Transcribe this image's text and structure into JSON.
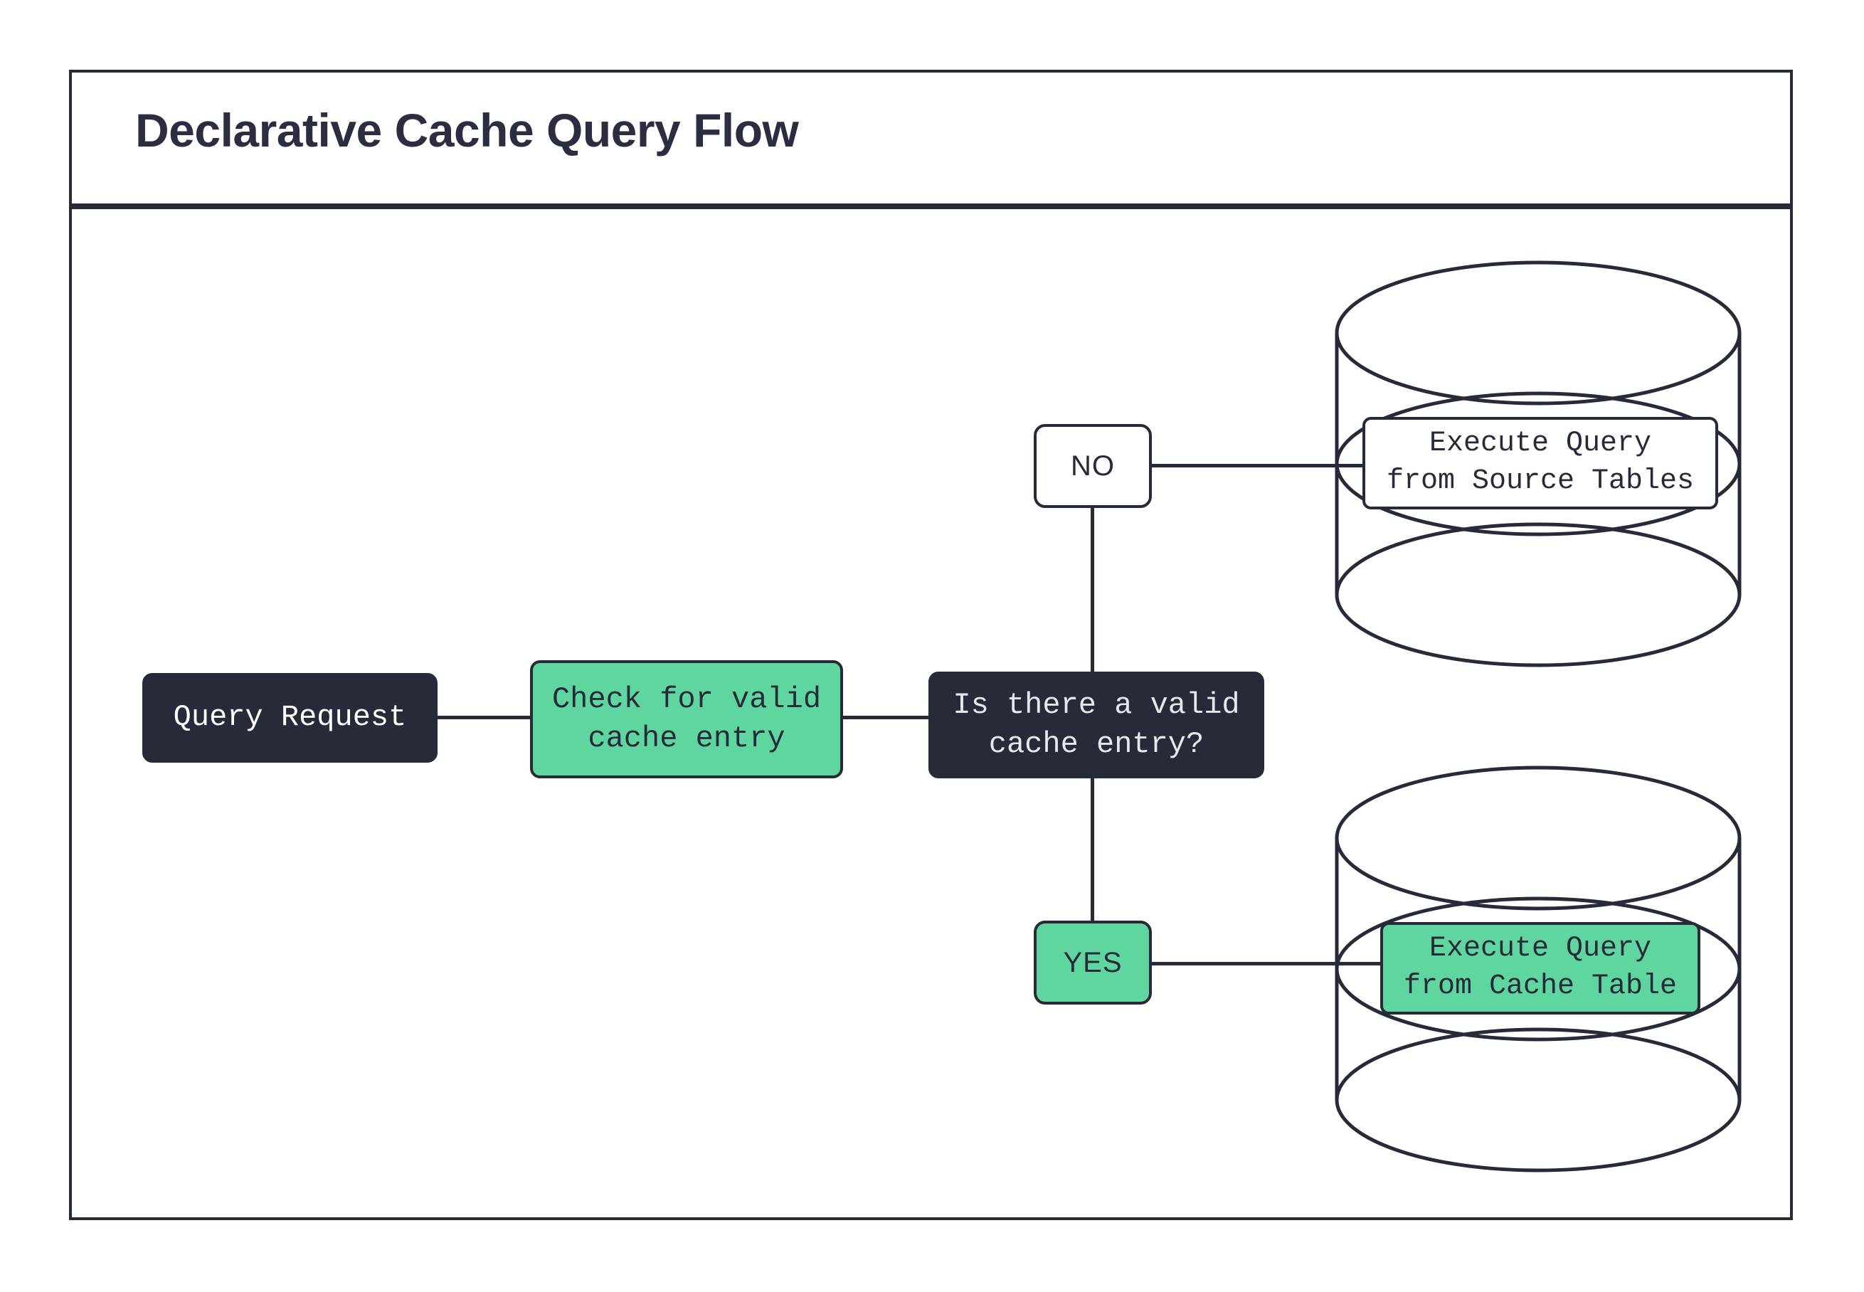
{
  "header": {
    "title": "Declarative Cache Query Flow"
  },
  "colors": {
    "ink": "#272A38",
    "accent_green": "#5FD6A0",
    "surface": "#FFFFFF",
    "node_text_light": "#E6E7EA"
  },
  "diagram": {
    "type": "flowchart",
    "nodes": [
      {
        "id": "query-request",
        "label": "Query Request",
        "shape": "rounded-rect",
        "style": "dark"
      },
      {
        "id": "check-cache",
        "label": "Check for valid\ncache entry",
        "shape": "rounded-rect",
        "style": "green"
      },
      {
        "id": "decision",
        "label": "Is there a valid\ncache entry?",
        "shape": "rounded-rect",
        "style": "dark"
      },
      {
        "id": "branch-no",
        "label": "NO",
        "shape": "rounded-rect",
        "style": "white"
      },
      {
        "id": "branch-yes",
        "label": "YES",
        "shape": "rounded-rect",
        "style": "green"
      },
      {
        "id": "exec-source",
        "label": "Execute Query\nfrom Source Tables",
        "shape": "rounded-rect-on-cylinder",
        "style": "white"
      },
      {
        "id": "exec-cache",
        "label": "Execute Query\nfrom Cache Table",
        "shape": "rounded-rect-on-cylinder",
        "style": "green"
      }
    ],
    "cylinders": [
      {
        "id": "source-database",
        "name": "source-tables-database"
      },
      {
        "id": "cache-database",
        "name": "cache-table-database"
      }
    ],
    "edges": [
      {
        "from": "query-request",
        "to": "check-cache",
        "label": ""
      },
      {
        "from": "check-cache",
        "to": "decision",
        "label": ""
      },
      {
        "from": "decision",
        "to": "branch-no",
        "label": "NO"
      },
      {
        "from": "decision",
        "to": "branch-yes",
        "label": "YES"
      },
      {
        "from": "branch-no",
        "to": "exec-source",
        "label": ""
      },
      {
        "from": "branch-yes",
        "to": "exec-cache",
        "label": ""
      }
    ]
  }
}
